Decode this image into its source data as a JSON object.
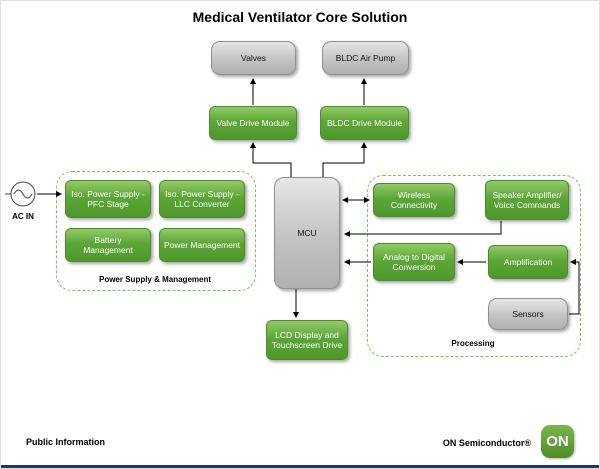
{
  "title": "Medical Ventilator Core Solution",
  "nodes": {
    "valves": "Valves",
    "bldc_air_pump": "BLDC Air Pump",
    "valve_drive_module": "Valve Drive Module",
    "bldc_drive_module": "BLDC Drive Module",
    "mcu": "MCU",
    "iso_power_pfc": "Iso. Power Supply - PFC Stage",
    "iso_power_llc": "Iso. Power Supply - LLC Converter",
    "battery_management": "Battery Management",
    "power_management": "Power Management",
    "wireless_connectivity": "Wireless Connectivity",
    "speaker_amplifier": "Speaker Amplifier/ Voice Commands",
    "adc": "Analog to Digital Conversion",
    "amplification": "Amplification",
    "sensors": "Sensors",
    "lcd_display": "LCD Display and Touchscreen Drive",
    "ac_in": "AC IN"
  },
  "groups": {
    "power_supply": "Power Supply & Management",
    "processing": "Processing"
  },
  "footer": {
    "classification": "Public Information",
    "brand": "ON Semiconductor®",
    "logo_text": "ON"
  },
  "colors": {
    "box_green": "#58a332",
    "box_gray": "#c2c2c2",
    "group_border_green": "#8bbb5e",
    "brand_green": "#5f9e34",
    "footer_bar_navy": "#1f3864"
  }
}
